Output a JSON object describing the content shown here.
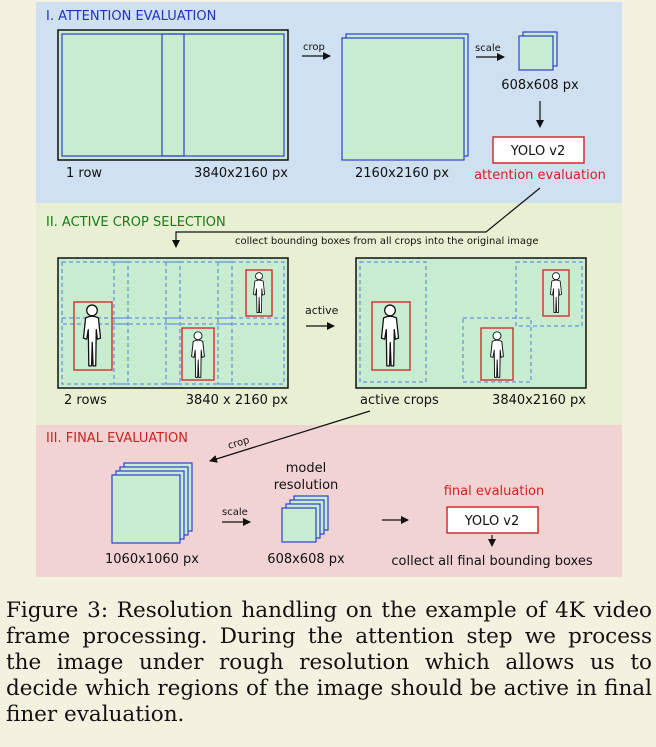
{
  "colors": {
    "sec1_bg": "#cfe0f1",
    "sec2_bg": "#e9efd3",
    "sec3_bg": "#f1d3d4",
    "image_fill": "#c8ecd0",
    "frame_blue": "#2d3fd3",
    "crop_dashed": "#4a7fe0",
    "box_red": "#d42020",
    "sec1_title": "#2233bb",
    "sec2_title": "#1a7a1a",
    "sec3_title": "#cc2222"
  },
  "sections": {
    "s1": {
      "title": "I. ATTENTION EVALUATION",
      "crop_label": "crop",
      "scale_label": "scale",
      "size_small": "608x608 px",
      "row_label": "1 row",
      "size_big": "3840x2160 px",
      "size_crop": "2160x2160 px",
      "yolo_label": "YOLO v2",
      "attention_label": "attention evaluation"
    },
    "s2": {
      "title": "II. ACTIVE CROP SELECTION",
      "collect_note": "collect bounding boxes from all crops into the original image",
      "active_label": "active",
      "rows_label": "2 rows",
      "size_left": "3840 x 2160 px",
      "active_crops_label": "active crops",
      "size_right": "3840x2160 px"
    },
    "s3": {
      "title": "III. FINAL EVALUATION",
      "crop_label": "crop",
      "model_line1": "model",
      "model_line2": "resolution",
      "scale_label": "scale",
      "final_eval_label": "final evaluation",
      "yolo_label": "YOLO v2",
      "size_big": "1060x1060 px",
      "size_small": "608x608 px",
      "collect_label": "collect all final bounding boxes"
    }
  },
  "caption": "Figure 3: Resolution handling on the example of 4K video frame processing. During the attention step we process the image under rough resolution which allows us to decide which regions of the image should be active in final finer evaluation."
}
